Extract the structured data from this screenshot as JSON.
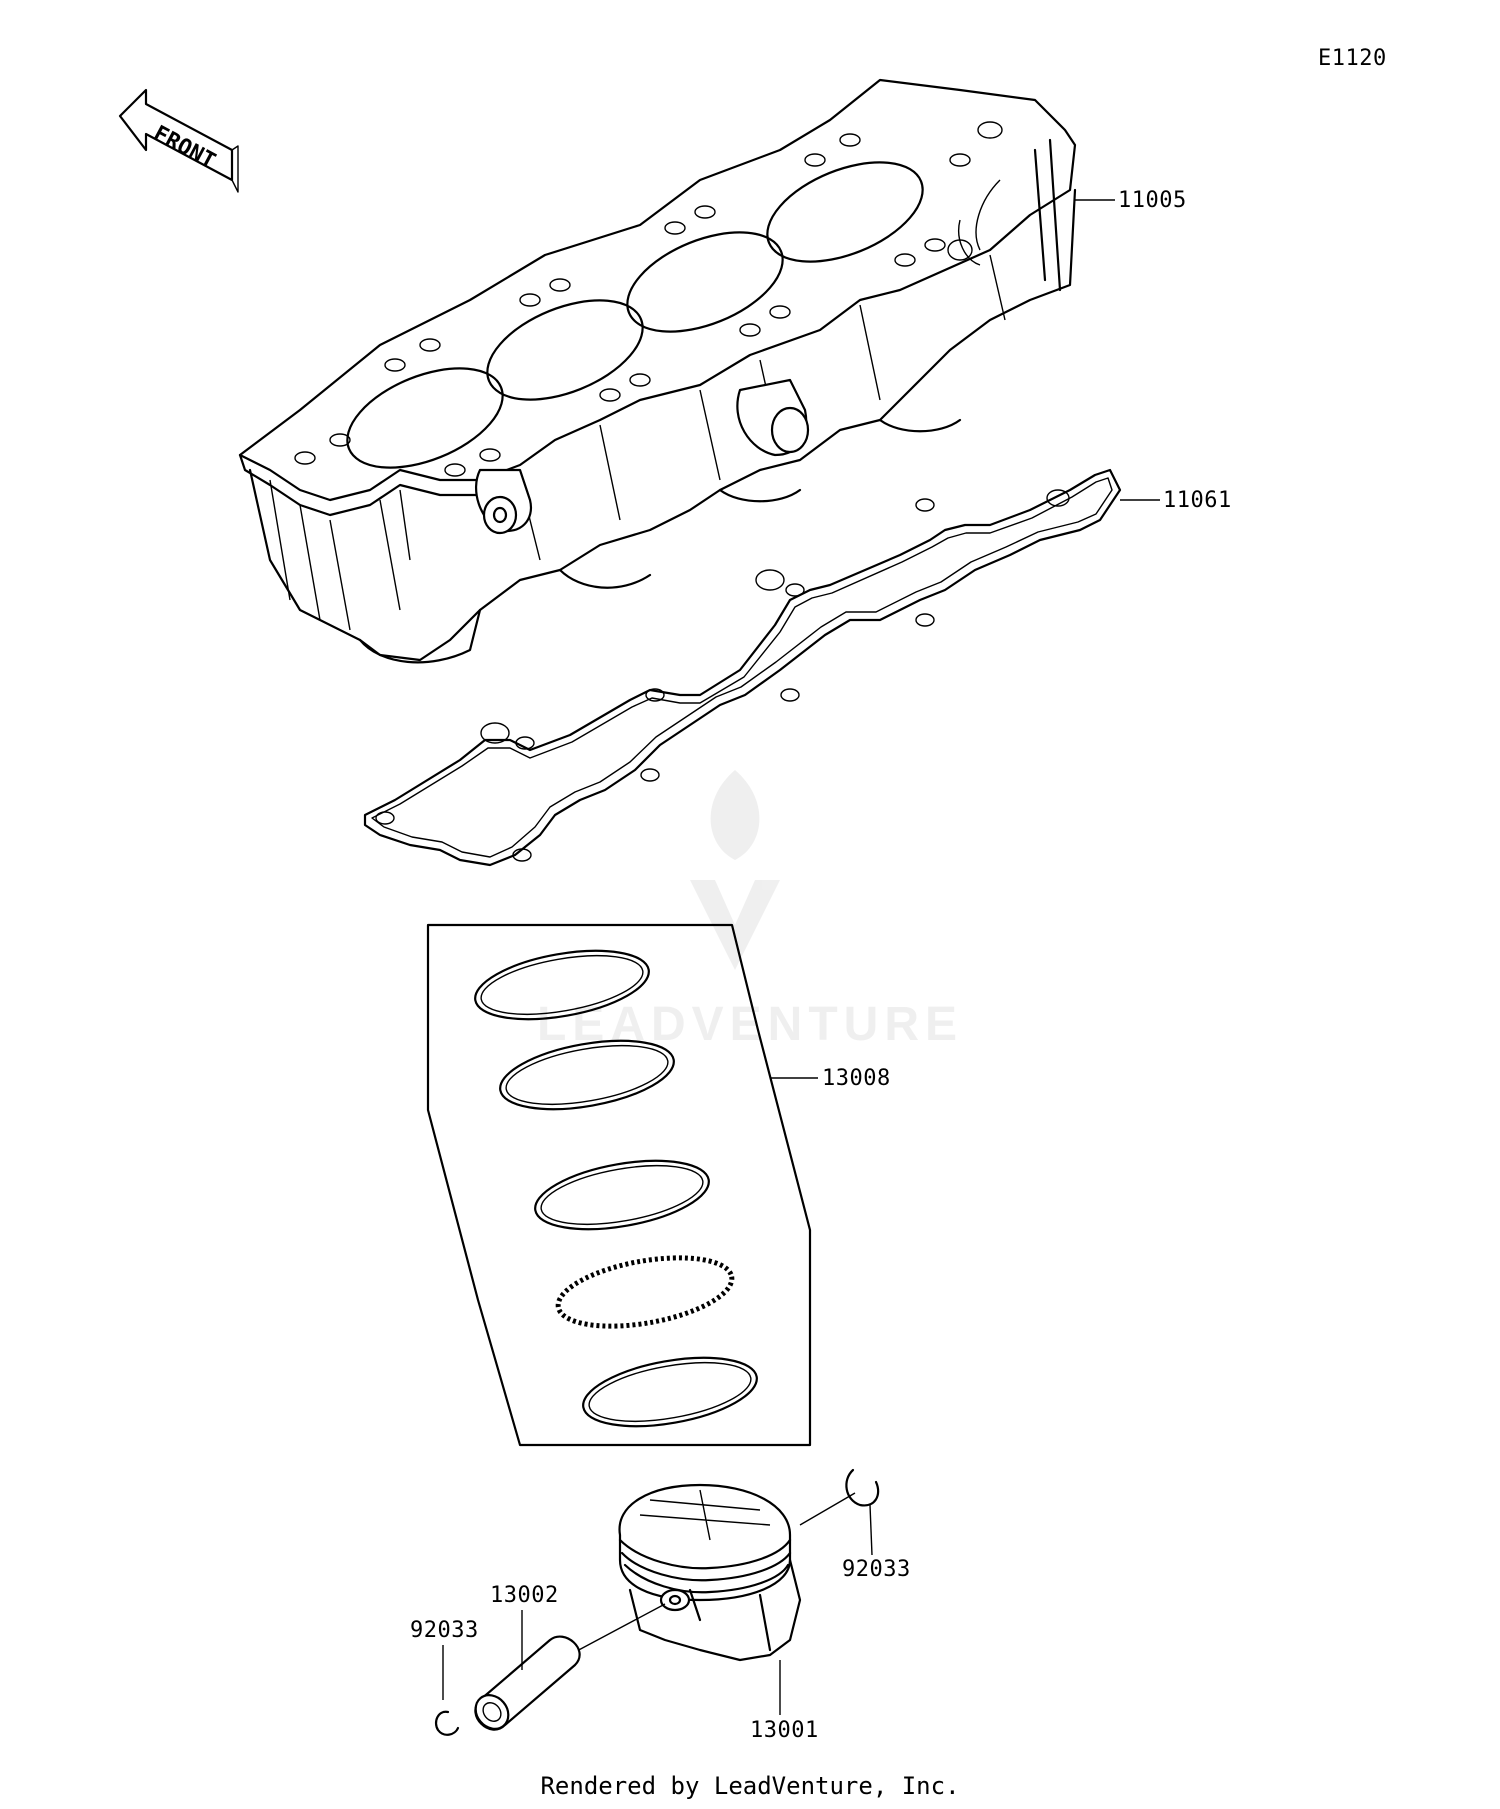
{
  "diagram_code": "E1120",
  "front_label": "FRONT",
  "parts": {
    "cylinder": "11005",
    "gasket": "11061",
    "ring_set": "13008",
    "piston": "13001",
    "piston_pin": "13002",
    "circlip_right": "92033",
    "circlip_left": "92033"
  },
  "watermark": "LEADVENTURE",
  "footer": "Rendered by LeadVenture, Inc."
}
